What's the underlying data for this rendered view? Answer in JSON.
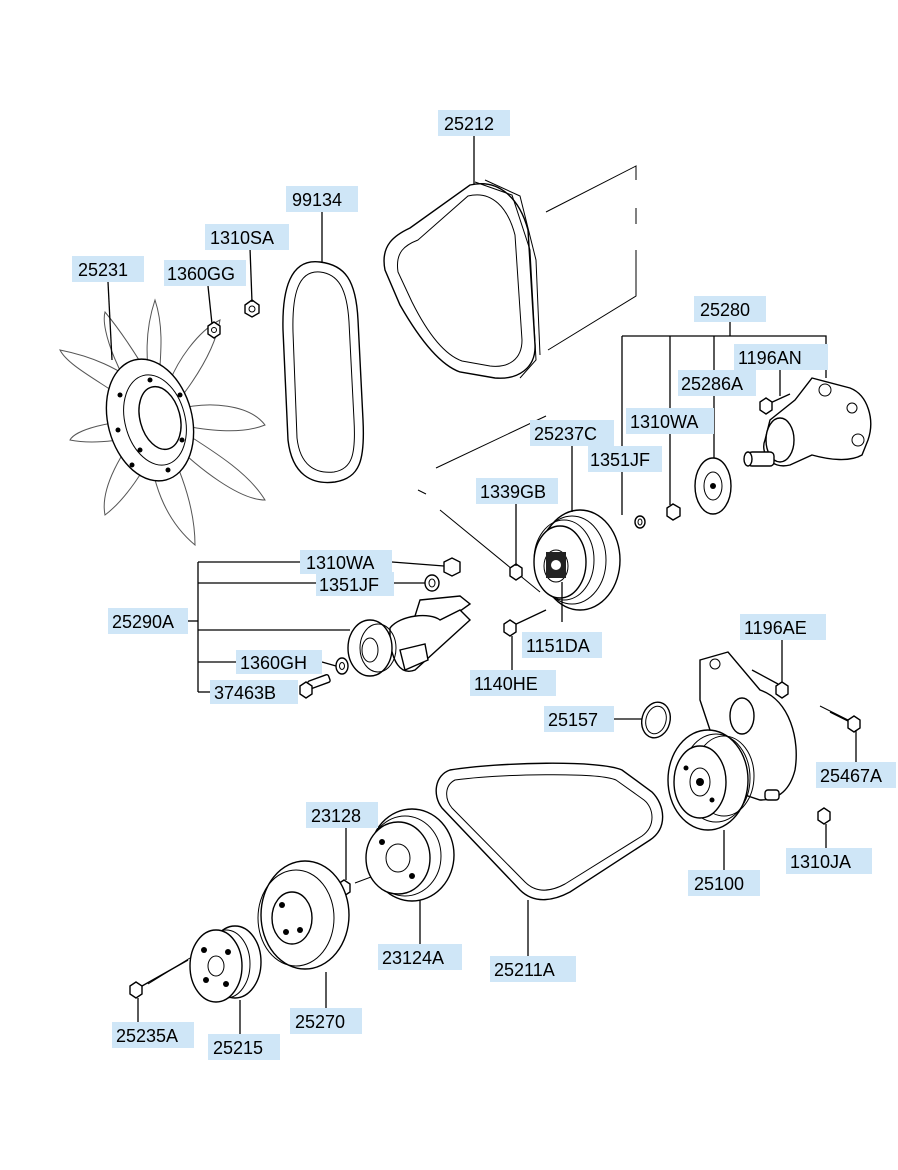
{
  "labels": {
    "l25212": "25212",
    "l99134": "99134",
    "l1310SA": "1310SA",
    "l25231": "25231",
    "l1360GG": "1360GG",
    "l25280": "25280",
    "l1196AN": "1196AN",
    "l25286A": "25286A",
    "l1310WA_top": "1310WA",
    "l25237C": "25237C",
    "l1351JF_top": "1351JF",
    "l1339GB": "1339GB",
    "l1310WA_left": "1310WA",
    "l1351JF_left": "1351JF",
    "l25290A": "25290A",
    "l1360GH": "1360GH",
    "l37463B": "37463B",
    "l1151DA": "1151DA",
    "l1140HE": "1140HE",
    "l1196AE": "1196AE",
    "l25157": "25157",
    "l25467A": "25467A",
    "l23128": "23128",
    "l25100": "25100",
    "l1310JA": "1310JA",
    "l23124A": "23124A",
    "l25211A": "25211A",
    "l25235A": "25235A",
    "l25215": "25215",
    "l25270": "25270"
  },
  "colors": {
    "label_fill": "#cfe6f7",
    "line": "#000000"
  }
}
